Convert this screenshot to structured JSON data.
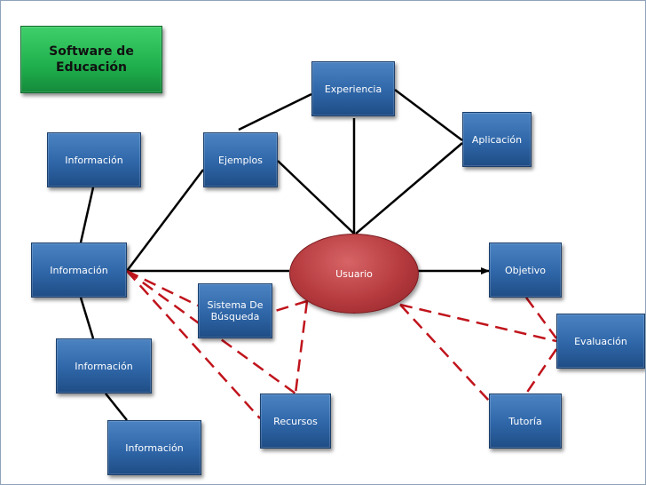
{
  "title": "Software de\nEducación",
  "nodes": {
    "experiencia": "Experiencia",
    "aplicacion": "Aplicación",
    "ejemplos": "Ejemplos",
    "info_top": "Información",
    "info_main": "Información",
    "usuario": "Usuario",
    "objetivo": "Objetivo",
    "sistema": "Sistema De\nBúsqueda",
    "evaluacion": "Evaluación",
    "info_mid": "Información",
    "recursos": "Recursos",
    "tutoria": "Tutoría",
    "info_bottom": "Información"
  },
  "colors": {
    "solid_line": "#000000",
    "dashed_line": "#c0141c",
    "box": "#2f66a8",
    "title_box": "#1fb04d",
    "ellipse": "#b53a3e"
  }
}
